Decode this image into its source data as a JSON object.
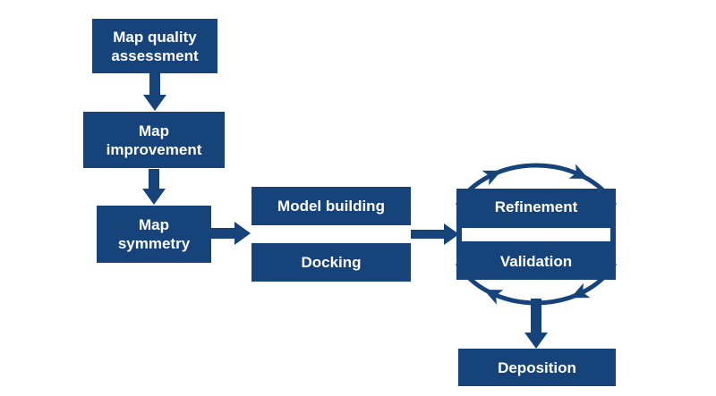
{
  "colors": {
    "node_fill": "#16437a",
    "node_text": "#ffffff",
    "arrow": "#16437a",
    "background": "#ffffff"
  },
  "nodes": {
    "map_quality": {
      "line1": "Map quality",
      "line2": "assessment"
    },
    "map_improvement": {
      "line1": "Map",
      "line2": "improvement"
    },
    "map_symmetry": {
      "line1": "Map",
      "line2": "symmetry"
    },
    "model_building": {
      "label": "Model building"
    },
    "docking": {
      "label": "Docking"
    },
    "refinement": {
      "label": "Refinement"
    },
    "validation": {
      "label": "Validation"
    },
    "deposition": {
      "label": "Deposition"
    }
  }
}
